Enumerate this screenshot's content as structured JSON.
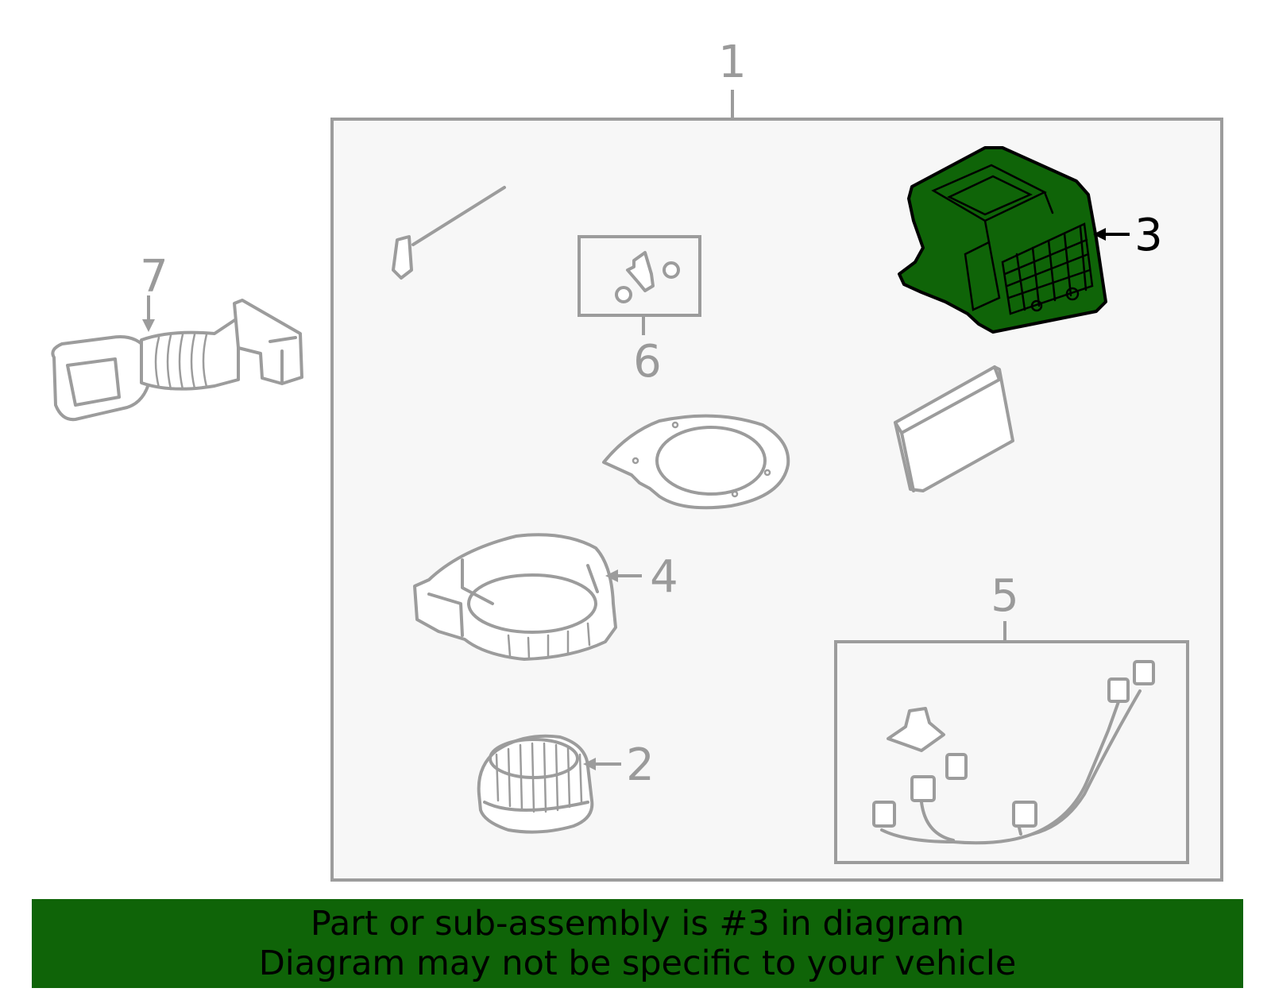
{
  "callouts": {
    "c1": "1",
    "c2": "2",
    "c3": "3",
    "c4": "4",
    "c5": "5",
    "c6": "6",
    "c7": "7"
  },
  "banner": {
    "line1": "Part or sub-assembly is #3 in diagram",
    "line2": "Diagram may not be specific to your vehicle"
  },
  "colors": {
    "highlight": "#0f6408",
    "part_outline": "#9c9c9c",
    "frame_fill": "#f7f7f7",
    "banner_background": "#0f6408"
  }
}
